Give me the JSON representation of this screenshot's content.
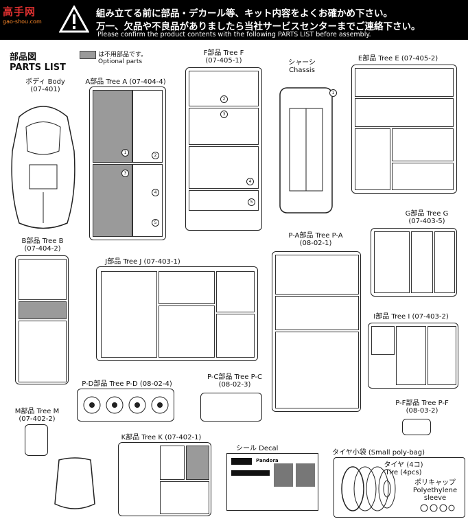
{
  "header": {
    "logo_text": "高手网",
    "logo_sub": "gao-shou.com",
    "line1": "組み立てる前に部品・デカール等、キット内容をよくお確かめ下さい。",
    "line2": "万一、欠品や不良品がありましたら当社サービスセンターまでご連絡下さい。",
    "line3": "Please confirm the product contents with the following PARTS LIST before assembly."
  },
  "parts_list": {
    "jp": "部品図",
    "en": "PARTS LIST"
  },
  "legend": {
    "jp": "は不用部品です。",
    "en": "Optional parts"
  },
  "trees": {
    "body": {
      "name": "ボディ Body",
      "code": "(07-401)"
    },
    "a": {
      "name": "A部品 Tree A",
      "code": "(07-404-4)"
    },
    "f": {
      "name": "F部品 Tree F",
      "code": "(07-405-1)"
    },
    "chassis": {
      "jp": "シャーシ",
      "en": "Chassis"
    },
    "e": {
      "name": "E部品 Tree E",
      "code": "(07-405-2)"
    },
    "b": {
      "name": "B部品 Tree B",
      "code": "(07-404-2)"
    },
    "j": {
      "name": "J部品 Tree J",
      "code": "(07-403-1)"
    },
    "pa": {
      "name": "P-A部品 Tree P-A",
      "code": "(08-02-1)"
    },
    "g": {
      "name": "G部品 Tree G",
      "code": "(07-403-5)"
    },
    "i": {
      "name": "I部品 Tree I",
      "code": "(07-403-2)"
    },
    "pd": {
      "name": "P-D部品 Tree P-D",
      "code": "(08-02-4)"
    },
    "pc": {
      "name": "P-C部品 Tree P-C",
      "code": "(08-02-3)"
    },
    "pf": {
      "name": "P-F部品 Tree P-F",
      "code": "(08-03-2)"
    },
    "m": {
      "name": "M部品 Tree M",
      "code": "(07-402-2)"
    },
    "k": {
      "name": "K部品 Tree K",
      "code": "(07-402-1)"
    },
    "decal": {
      "name": "シール Decal"
    },
    "polybag": {
      "name": "タイヤ小袋 (Small poly-bag)"
    },
    "tire": {
      "jp": "タイヤ (4コ)",
      "en": "Tire (4pcs)"
    },
    "sleeve": {
      "jp": "ポリキャップ",
      "en1": "Polyethylene",
      "en2": "sleeve"
    }
  },
  "decal_text": {
    "brand": "Pandora"
  }
}
